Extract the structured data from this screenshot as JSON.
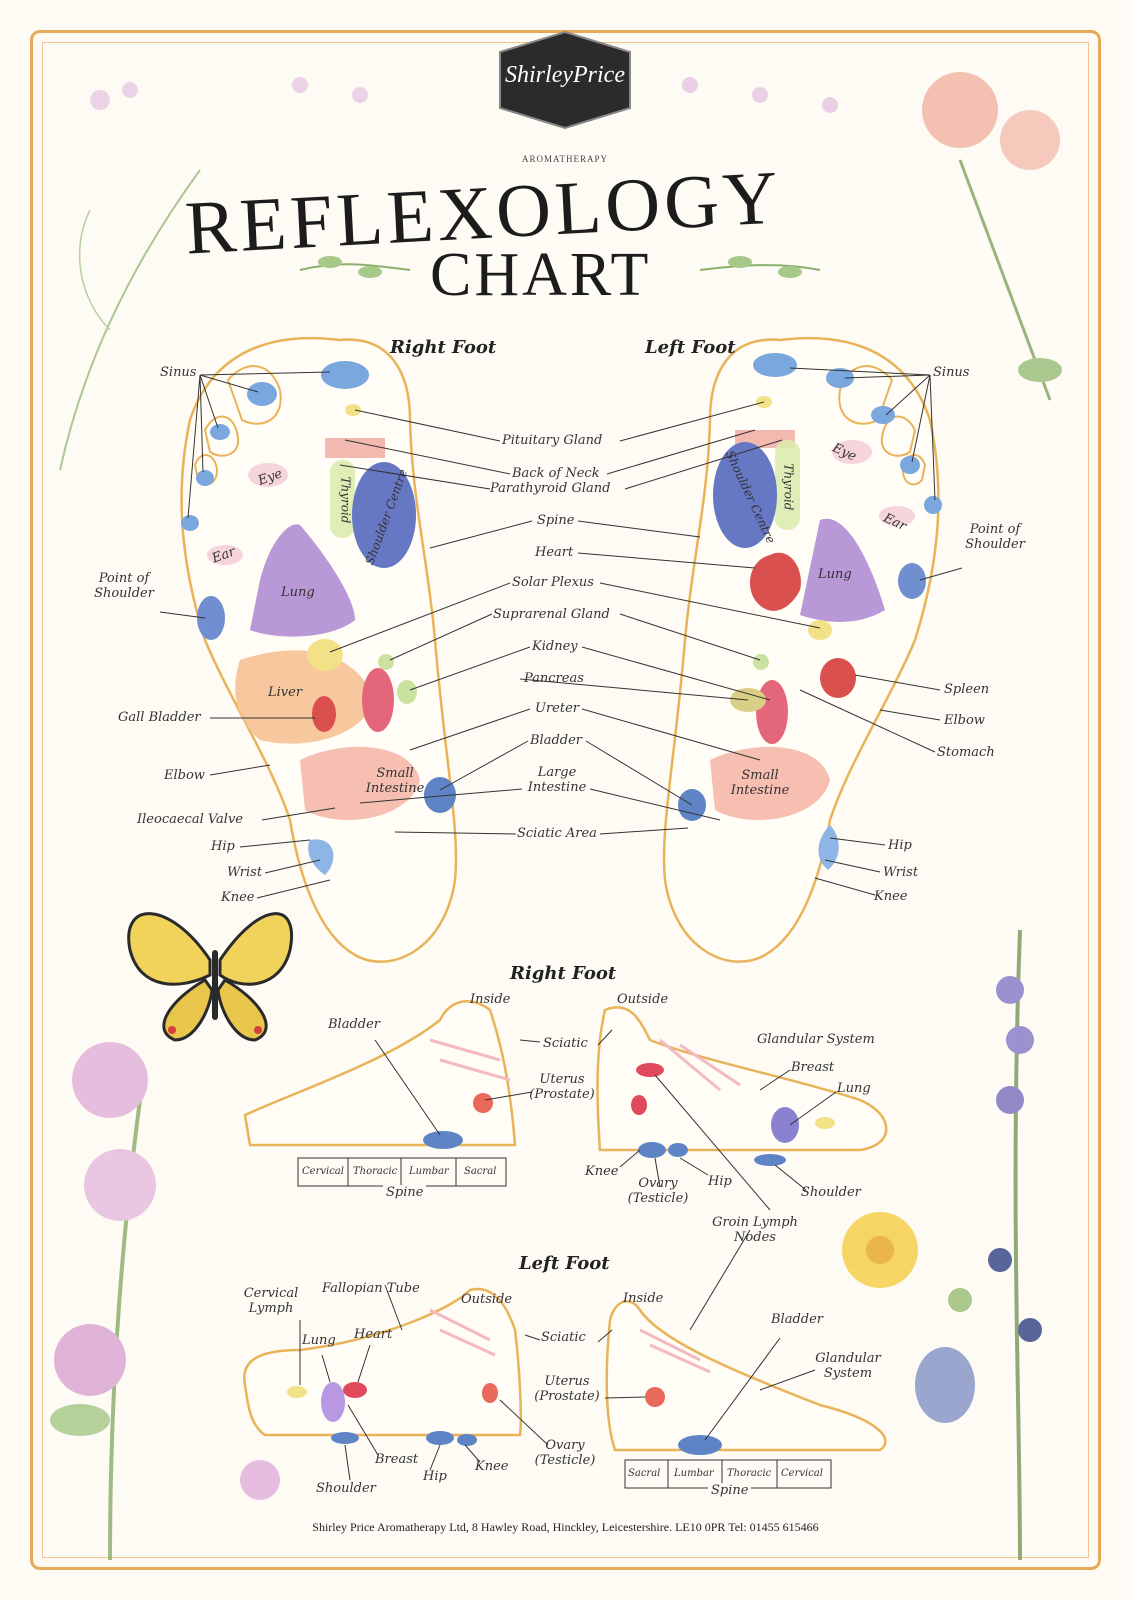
{
  "brand": {
    "name": "ShirleyPrice",
    "tagline": "AROMATHERAPY"
  },
  "title": {
    "line1": "REFLEXOLOGY",
    "line2": "CHART"
  },
  "sole_view": {
    "right_foot_heading": "Right Foot",
    "left_foot_heading": "Left Foot",
    "center_labels": [
      "Pituitary Gland",
      "Back of Neck",
      "Parathyroid Gland",
      "Spine",
      "Heart",
      "Solar Plexus",
      "Suprarenal Gland",
      "Kidney",
      "Pancreas",
      "Ureter",
      "Bladder",
      "Large Intestine",
      "Sciatic Area"
    ],
    "right_side_labels": {
      "sinus": "Sinus",
      "point_of_shoulder": "Point of Shoulder",
      "gall_bladder": "Gall Bladder",
      "elbow": "Elbow",
      "ileocaecal_valve": "Ileocaecal Valve",
      "hip": "Hip",
      "wrist": "Wrist",
      "knee": "Knee"
    },
    "left_side_labels": {
      "sinus": "Sinus",
      "point_of_shoulder": "Point of Shoulder",
      "spleen": "Spleen",
      "elbow": "Elbow",
      "stomach": "Stomach",
      "hip": "Hip",
      "wrist": "Wrist",
      "knee": "Knee"
    },
    "in_foot_labels": {
      "eye": "Eye",
      "ear": "Ear",
      "lung": "Lung",
      "liver": "Liver",
      "small_intestine": "Small Intestine",
      "thyroid": "Thyroid",
      "shoulder_centre": "Shoulder Centre"
    }
  },
  "side_view_right": {
    "heading": "Right Foot",
    "inside": "Inside",
    "outside": "Outside",
    "labels": {
      "bladder": "Bladder",
      "sciatic": "Sciatic",
      "uterus": "Uterus (Prostate)",
      "knee": "Knee",
      "ovary": "Ovary (Testicle)",
      "hip": "Hip",
      "shoulder": "Shoulder",
      "glandular_system": "Glandular System",
      "breast": "Breast",
      "lung": "Lung",
      "groin": "Groin Lymph Nodes"
    },
    "spine_segments": [
      "Cervical",
      "Thoracic",
      "Lumbar",
      "Sacral"
    ],
    "spine_label": "Spine"
  },
  "side_view_left": {
    "heading": "Left Foot",
    "inside": "Inside",
    "outside": "Outside",
    "labels": {
      "cervical_lymph": "Cervical Lymph",
      "fallopian_tube": "Fallopian Tube",
      "lung": "Lung",
      "heart": "Heart",
      "sciatic": "Sciatic",
      "uterus": "Uterus (Prostate)",
      "breast": "Breast",
      "shoulder": "Shoulder",
      "hip": "Hip",
      "knee": "Knee",
      "ovary": "Ovary (Testicle)",
      "bladder": "Bladder",
      "glandular_system": "Glandular System"
    },
    "spine_segments": [
      "Sacral",
      "Lumbar",
      "Thoracic",
      "Cervical"
    ],
    "spine_label": "Spine"
  },
  "footer": "Shirley Price Aromatherapy Ltd, 8 Hawley Road, Hinckley, Leicestershire. LE10 0PR  Tel: 01455 615466",
  "colors": {
    "frame": "#e8a85a",
    "foot_outline": "#e9b35a",
    "blue_zone": "#6f9fd6",
    "purple_zone": "#b99ad6",
    "red_zone": "#d9504f",
    "yellow_zone": "#f2de7a",
    "orange_zone": "#f4b98a"
  }
}
